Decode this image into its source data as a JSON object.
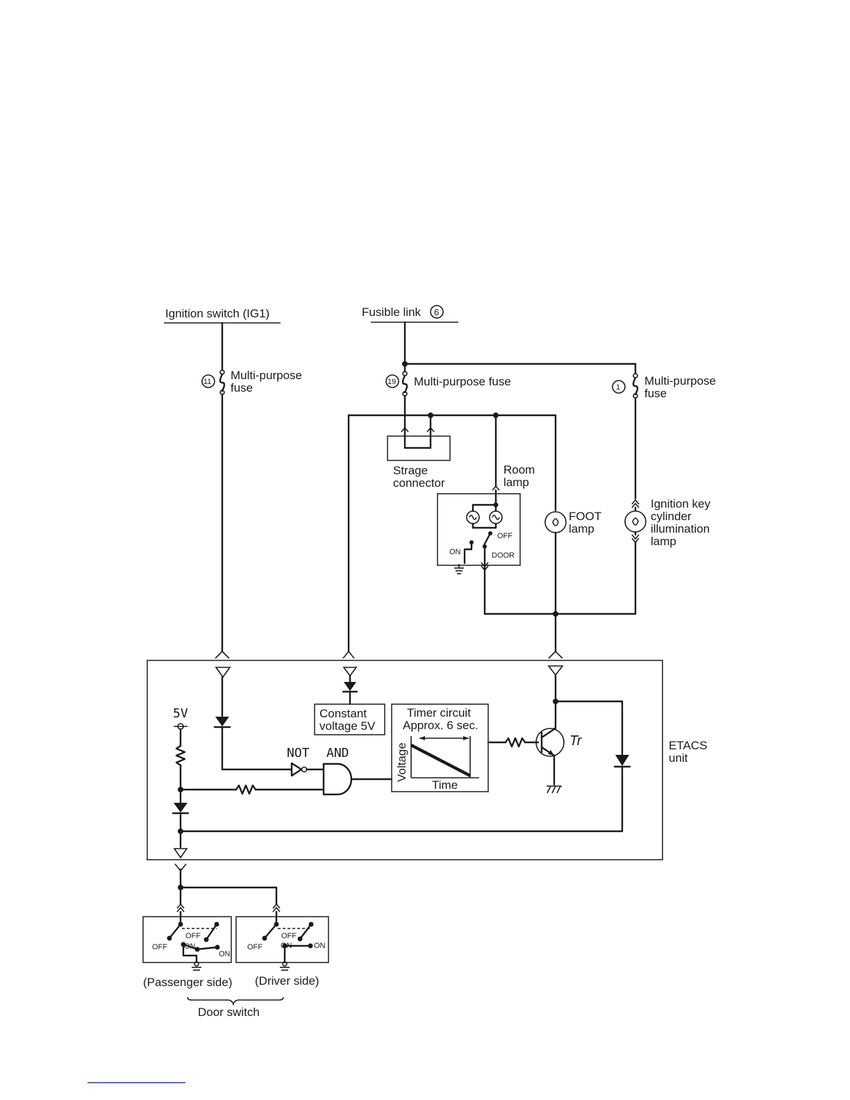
{
  "labels": {
    "ignition_switch": "Ignition switch (IG1)",
    "fusible_link": "Fusible link",
    "fusible_link_num": "6",
    "fuse11_num": "11",
    "fuse19_num": "19",
    "fuse1_num": "1",
    "fuse11_l1": "Multi-purpose",
    "fuse11_l2": "fuse",
    "fuse19": "Multi-purpose fuse",
    "fuse1_l1": "Multi-purpose",
    "fuse1_l2": "fuse",
    "strage_l1": "Strage",
    "strage_l2": "connector",
    "room_l1": "Room",
    "room_l2": "lamp",
    "foot_l1": "FOOT",
    "foot_l2": "lamp",
    "ign_l1": "Ignition key",
    "ign_l2": "cylinder",
    "ign_l3": "illumination",
    "ign_l4": "lamp",
    "room_off": "OFF",
    "room_on": "ON",
    "room_door": "DOOR",
    "const_l1": "Constant",
    "const_l2": "voltage 5V",
    "timer_l1": "Timer circuit",
    "timer_l2": "Approx. 6 sec.",
    "axis_voltage": "Voltage",
    "axis_time": "Time",
    "five_v": "5V",
    "not_gate": "NOT",
    "and_gate": "AND",
    "transistor": "Tr",
    "etacs_l1": "ETACS",
    "etacs_l2": "unit",
    "sw_off": "OFF",
    "sw_on": "ON",
    "passenger": "(Passenger side)",
    "driver": "(Driver side)",
    "door_switch": "Door switch"
  }
}
